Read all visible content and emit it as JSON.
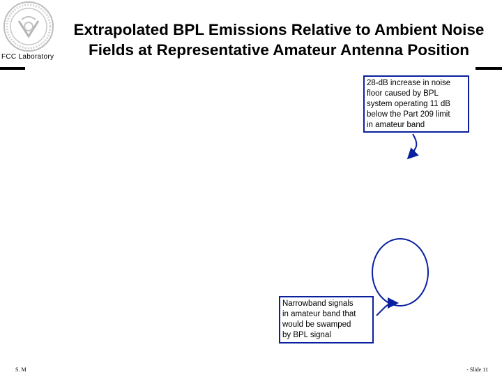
{
  "header": {
    "seal_icon": "fcc-seal-icon",
    "lab_label": "FCC Laboratory",
    "title_line1": "Extrapolated BPL Emissions Relative to Ambient Noise",
    "title_line2": "Fields at Representative Amateur Antenna Position"
  },
  "callouts": {
    "noise_floor": {
      "lines": [
        "28-dB increase in noise",
        "floor caused by BPL",
        "system operating 11 dB",
        "below the Part 209 limit",
        "in amateur band"
      ]
    },
    "narrowband": {
      "lines": [
        "Narrowband signals",
        "in amateur band that",
        "would be swamped",
        "by BPL signal"
      ]
    }
  },
  "colors": {
    "callout_border": "#0a1fa0",
    "arrow": "#0a1fa0",
    "rule": "#000000"
  },
  "footer": {
    "left": "S. M",
    "right": "- Slide 11"
  }
}
